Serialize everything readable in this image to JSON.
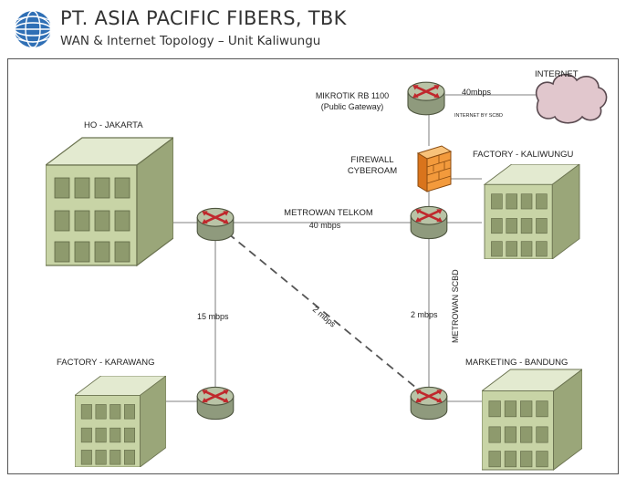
{
  "header": {
    "company": "PT. ASIA PACIFIC FIBERS, TBK",
    "subtitle": "WAN & Internet Topology  – Unit Kaliwungu"
  },
  "nodes": {
    "hq": "HO - JAKARTA",
    "factory_kaliwungu": "FACTORY - KALIWUNGU",
    "factory_karawang": "FACTORY - KARAWANG",
    "marketing_bandung": "MARKETING - BANDUNG",
    "internet": "INTERNET",
    "gateway_line1": "MIKROTIK RB 1100",
    "gateway_line2": "(Public Gateway)",
    "firewall_line1": "FIREWALL",
    "firewall_line2": "CYBEROAM"
  },
  "links": {
    "internet_speed": "40mbps",
    "internet_provider": "INTERNET BY SCBD",
    "metrowan_telkom": "METROWAN TELKOM",
    "metrowan_telkom_speed": "40 mbps",
    "metrowan_scbd": "METROWAN SCBD",
    "scbd_speed": "2 mbps",
    "karawang_speed": "15 mbps",
    "diagonal_speed": "2 mbps"
  },
  "colors": {
    "building_light": "#c8d4a6",
    "building_dark": "#9aa679",
    "router_body": "#aeb99b",
    "router_arrow": "#c0282d",
    "firewall": "#f39a3c",
    "cloud": "#e1c7cd"
  }
}
